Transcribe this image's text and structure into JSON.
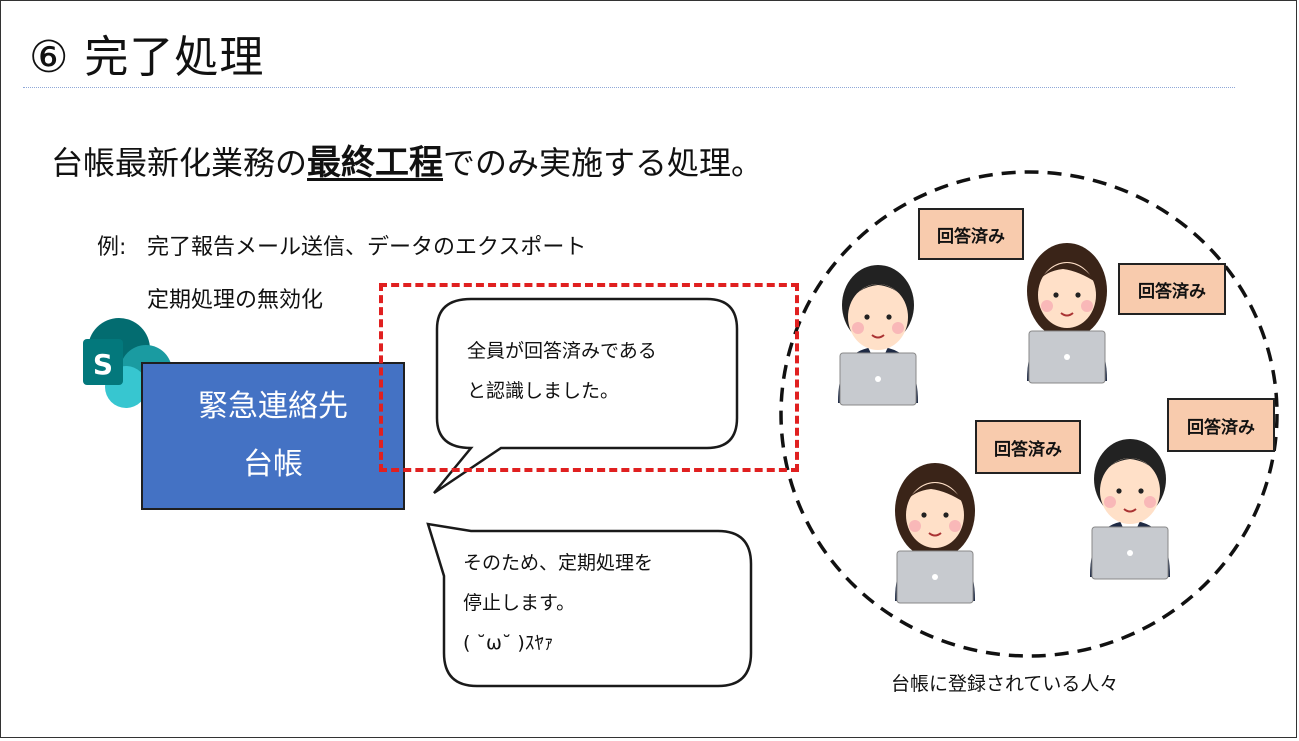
{
  "slide": {
    "title": "⑥ 完了処理",
    "headline": {
      "before": "台帳最新化業務の",
      "emphasis": "最終工程",
      "after": "でのみ実施する処理。"
    },
    "example": {
      "label": "例:",
      "line1": "完了報告メール送信、データのエクスポート",
      "line2": "定期処理の無効化"
    },
    "ledger": {
      "line1": "緊急連絡先",
      "line2": "台帳"
    },
    "bubble1": {
      "line1": "全員が回答済みである",
      "line2": "と認識しました。"
    },
    "bubble2": {
      "line1": "そのため、定期処理を",
      "line2": "停止します。",
      "line3": "( ˘ω˘ )ｽﾔｧ"
    },
    "status_label": "回答済み",
    "caption": "台帳に登録されている人々",
    "icons": [
      "sharepoint-icon",
      "person-icon"
    ],
    "colors": {
      "ledger_fill": "#4472c4",
      "dash_red": "#e02020",
      "status_fill": "#f8cbad",
      "sharepoint_teal": "#038387"
    }
  }
}
